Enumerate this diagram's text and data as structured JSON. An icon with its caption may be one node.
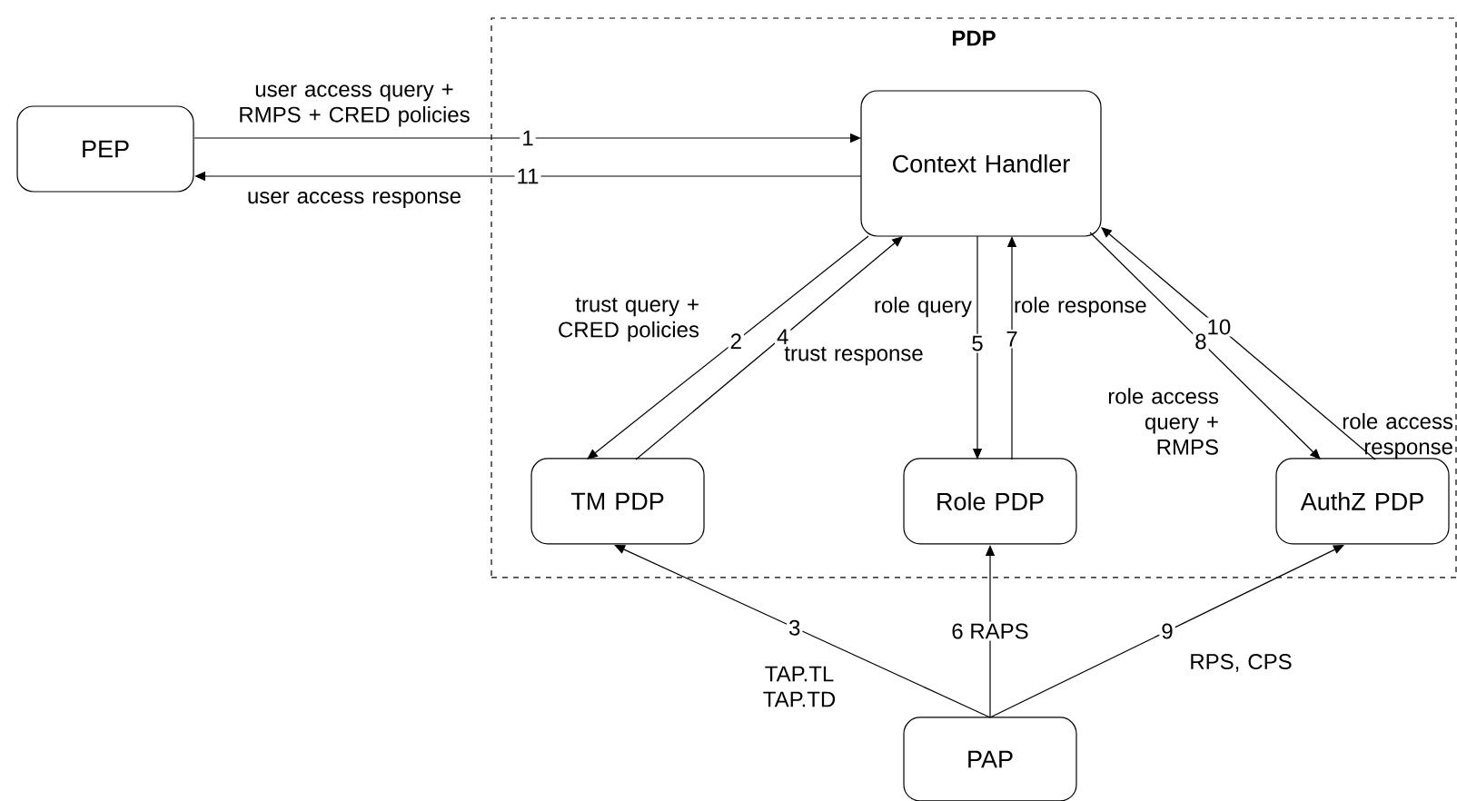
{
  "diagram": {
    "nodes": [
      {
        "text": [
          "PDP"
        ]
      },
      {
        "text": [
          "PEP"
        ]
      },
      {
        "text": [
          "Context Handler"
        ],
        "in": 0
      },
      {
        "text": [
          "TM PDP"
        ],
        "in": 0
      },
      {
        "text": [
          "Role PDP"
        ],
        "in": 0
      },
      {
        "text": [
          "AuthZ PDP"
        ],
        "in": 0
      },
      {
        "text": [
          "PAP"
        ]
      }
    ],
    "edges": [
      {
        "from": 1,
        "to": 2,
        "arrow": "to",
        "label": "1"
      },
      {
        "from": 2,
        "to": 1,
        "arrow": "to",
        "label": "11"
      },
      {
        "from": 2,
        "to": 3,
        "arrow": "to",
        "label": "2"
      },
      {
        "from": 3,
        "to": 2,
        "arrow": "to",
        "label": "4"
      },
      {
        "from": 2,
        "to": 4,
        "arrow": "to",
        "label": "5"
      },
      {
        "from": 4,
        "to": 2,
        "arrow": "to",
        "label": "7"
      },
      {
        "from": 2,
        "to": 5,
        "arrow": "to",
        "label": "8"
      },
      {
        "from": 5,
        "to": 2,
        "arrow": "to",
        "label": "10"
      },
      {
        "from": 6,
        "to": 3,
        "arrow": "to",
        "label": "3"
      },
      {
        "from": 6,
        "to": 4,
        "arrow": "to",
        "label": "6 RAPS"
      },
      {
        "from": 6,
        "to": 5,
        "arrow": "to",
        "label": "9"
      }
    ],
    "labels": [
      "user access query + RMPS + CRED policies",
      "user access response",
      "trust query + CRED policies",
      "trust response",
      "role query",
      "role response",
      "role access query + RMPS",
      "role access response",
      "TAP.TL TAP.TD",
      "RPS, CPS"
    ]
  }
}
